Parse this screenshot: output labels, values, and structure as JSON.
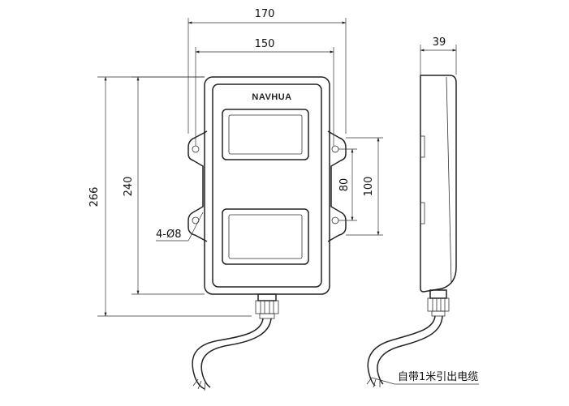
{
  "front_view": {
    "brand_logo": "NAVHUA",
    "dim_overall_width": "170",
    "dim_hole_spacing_width": "150",
    "dim_overall_height": "266",
    "dim_body_height": "240",
    "dim_hole_spacing_vertical": "80",
    "dim_mount_ear_height": "100",
    "hole_callout": "4-Ø8"
  },
  "side_view": {
    "dim_depth": "39",
    "cable_note": "自带1米引出电缆"
  }
}
